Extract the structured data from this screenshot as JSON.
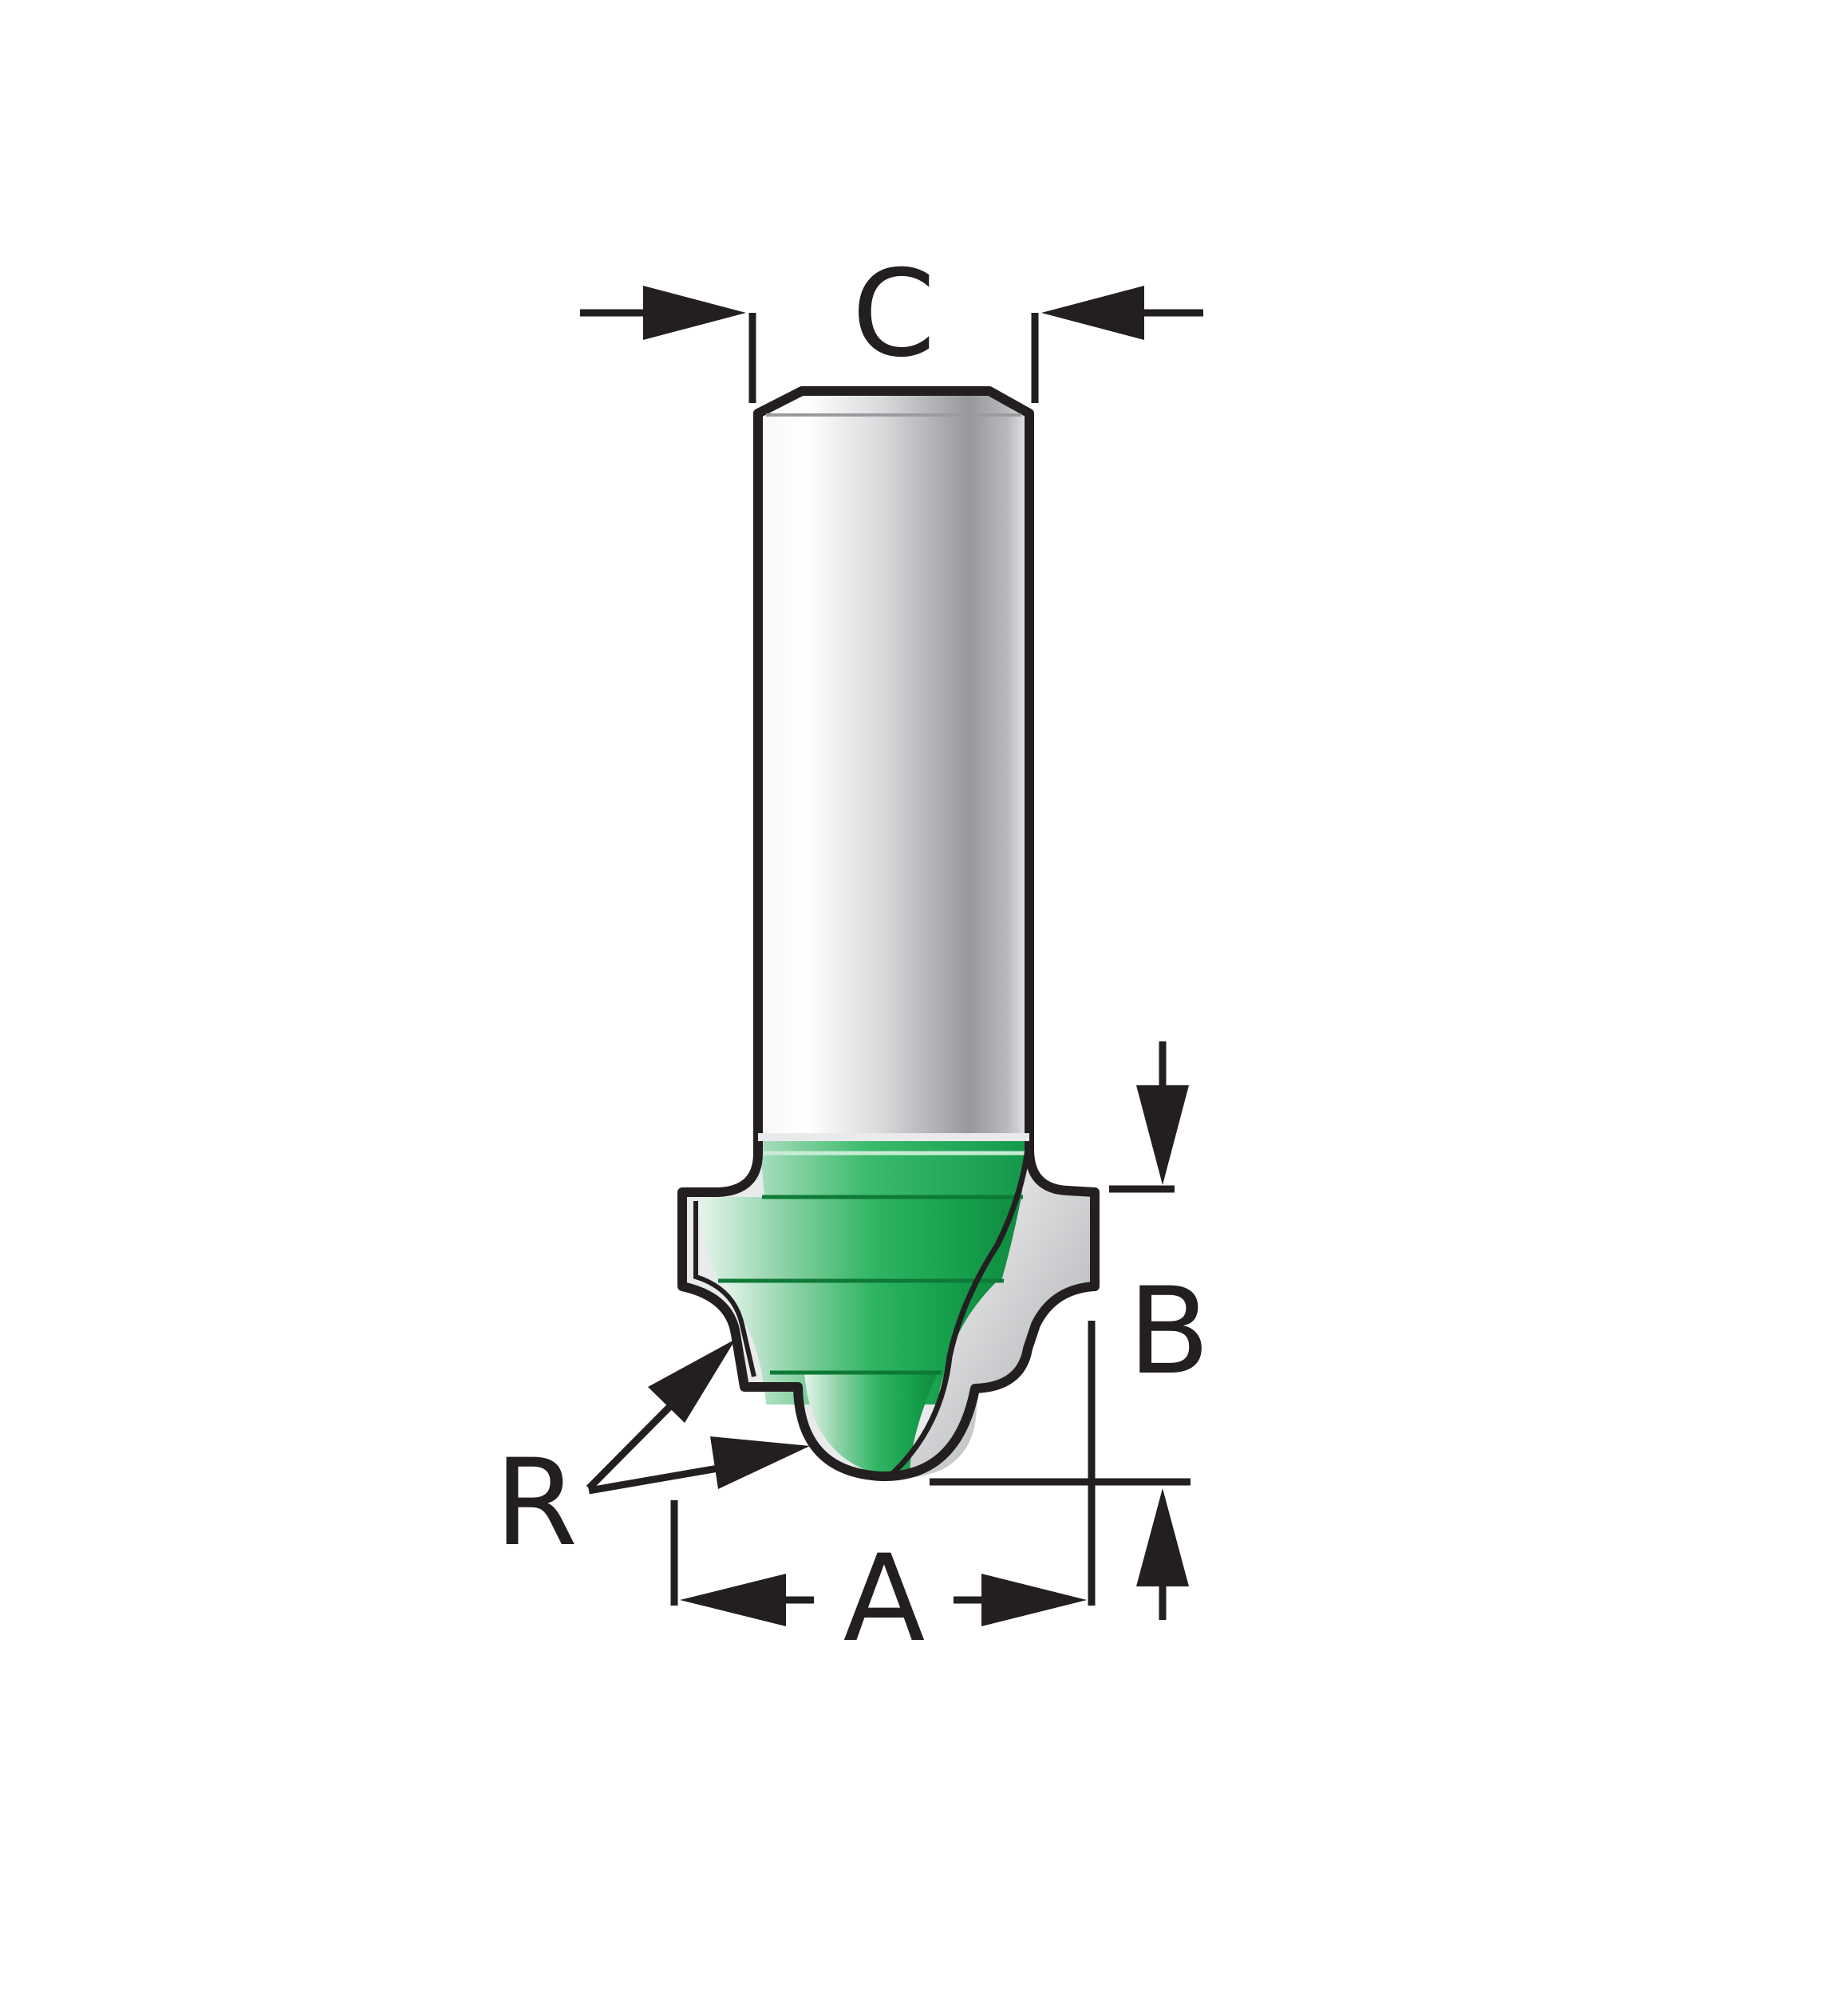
{
  "labels": {
    "c": "C",
    "b": "B",
    "r": "R",
    "a": "A"
  },
  "colors": {
    "outline": "#231f20",
    "carbide_green": "#1fa651",
    "steel_light": "#f2f3f4",
    "steel_dark": "#8f9194"
  }
}
